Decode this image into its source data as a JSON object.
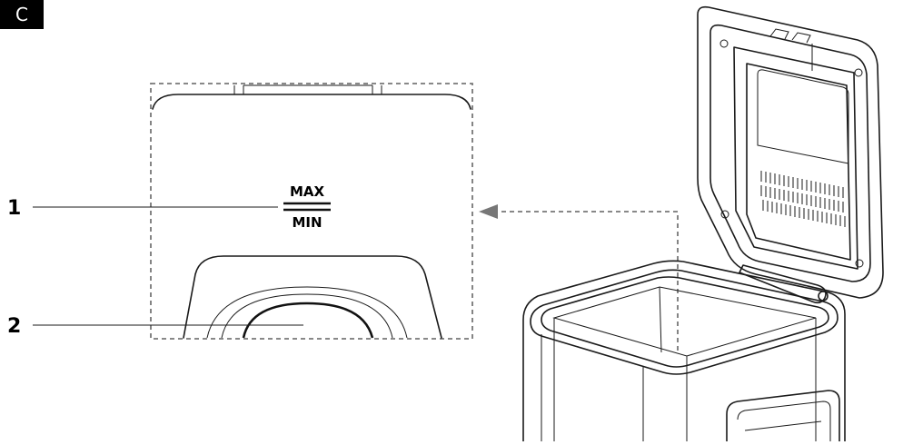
{
  "section_label": "C",
  "callouts": [
    {
      "number": "1",
      "target": "max-min-level-marking"
    },
    {
      "number": "2",
      "target": "heating-element-base"
    }
  ],
  "level_marking": {
    "max_text": "MAX",
    "min_text": "MIN"
  },
  "colors": {
    "line": "#1a1a1a",
    "dashed": "#777777",
    "badge_bg": "#000000",
    "badge_fg": "#ffffff"
  }
}
